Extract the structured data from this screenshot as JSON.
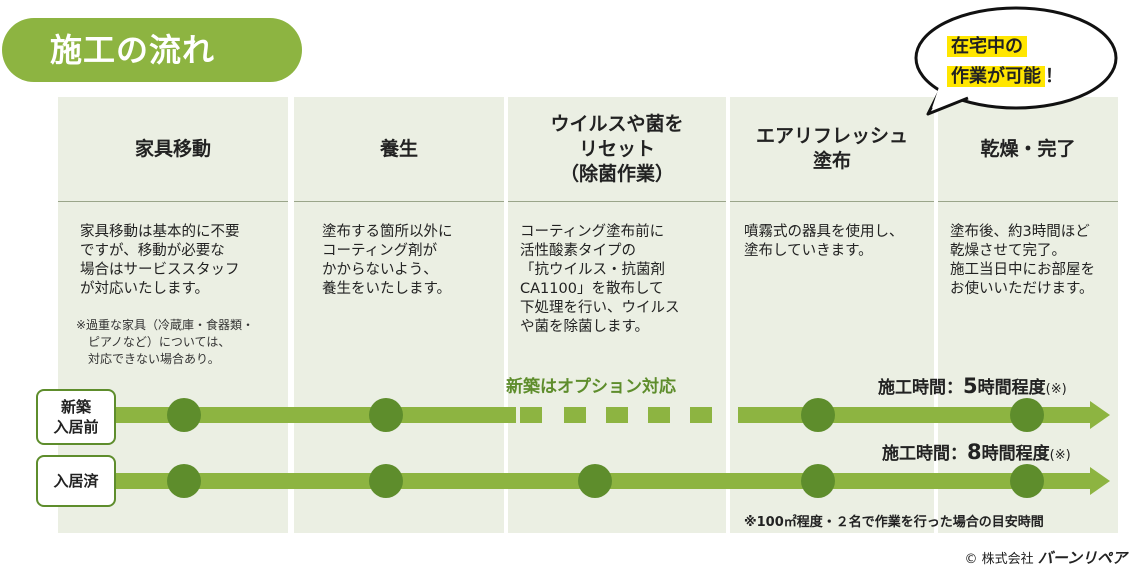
{
  "title": "施工の流れ",
  "bubble": {
    "line1": "在宅中の",
    "line2": "作業が可能",
    "exclaim": "！"
  },
  "columns": [
    {
      "heading": "家具移動",
      "body": "家具移動は基本的に不要\nですが、移動が必要な\n場合はサービススタッフ\nが対応いたします。",
      "note": "※過重な家具（冷蔵庫・食器類・\n　ピアノなど）については、\n　対応できない場合あり。"
    },
    {
      "heading": "養生",
      "body": "塗布する箇所以外に\nコーティング剤が\nかからないよう、\n養生をいたします。"
    },
    {
      "heading": "ウイルスや菌を\nリセット\n（除菌作業）",
      "body": "コーティング塗布前に\n活性酸素タイプの\n「抗ウイルス・抗菌剤\nCA1100」を散布して\n下処理を行い、ウイルス\nや菌を除菌します。"
    },
    {
      "heading": "エアリフレッシュ\n塗布",
      "body": "噴霧式の器具を使用し、\n塗布していきます。"
    },
    {
      "heading": "乾燥・完了",
      "body": "塗布後、約3時間ほど\n乾燥させて完了。\n施工当日中にお部屋を\nお使いいただけます。"
    }
  ],
  "rows": [
    {
      "label": "新築\n入居前",
      "time_prefix": "施工時間：",
      "time_value": "5",
      "time_suffix": "時間程度",
      "mark": "(※)"
    },
    {
      "label": "入居済",
      "time_prefix": "施工時間：",
      "time_value": "8",
      "time_suffix": "時間程度",
      "mark": "(※)"
    }
  ],
  "option_text": "新築はオプション対応",
  "footnote": "※100㎡程度・２名で作業を行った場合の目安時間",
  "copyright": {
    "symbol": "©",
    "company_prefix": "株式会社",
    "company_name": "バーンリペア"
  },
  "colors": {
    "accent": "#8db441",
    "dot": "#5e8d2c",
    "column_bg": "#ebefe3",
    "highlight": "#ffe600"
  }
}
